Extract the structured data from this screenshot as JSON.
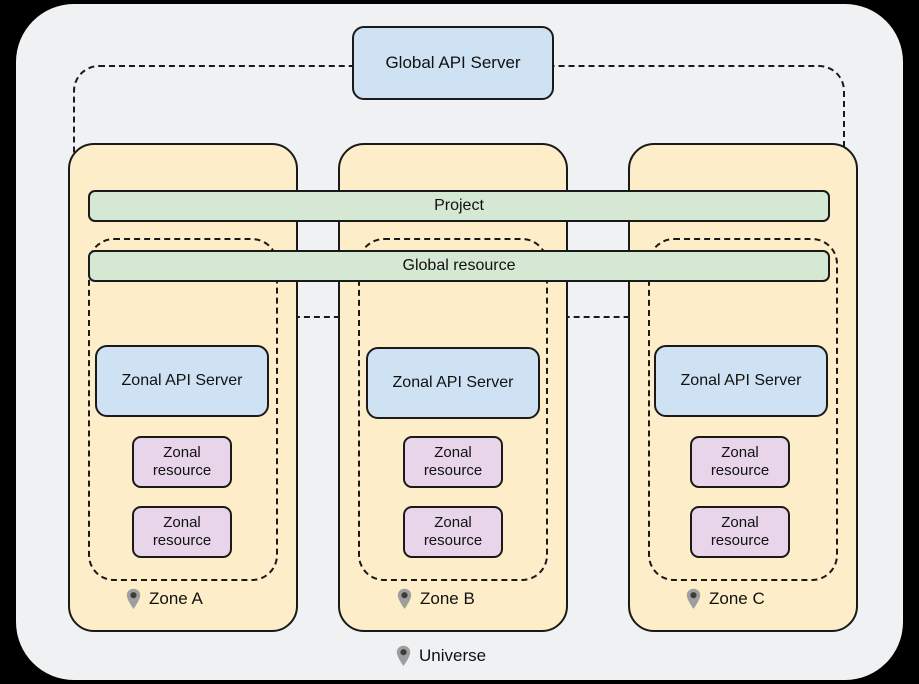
{
  "diagram": {
    "title": "Universe",
    "colors": {
      "page_background": "#000000",
      "panel_background": "#f0f1f2",
      "zone_fill": "#fdeec9",
      "api_server_fill": "#cfe2f3",
      "global_bar_fill": "#d5e8d4",
      "zonal_resource_fill": "#e8d5e9",
      "stroke": "#1a1a1a",
      "pin_icon": "#9e9e9e",
      "text": "#111111"
    },
    "global_api_server": {
      "label": "Global API Server"
    },
    "project_scope": {
      "name": "project-scope-boundary",
      "style": "dashed"
    },
    "global_bars": [
      {
        "label": "Project",
        "name": "project-bar"
      },
      {
        "label": "Global resource",
        "name": "global-resource-bar"
      }
    ],
    "zones": [
      {
        "label": "Zone A",
        "icon": "map-pin-icon",
        "api_server": "Zonal API Server",
        "resources": [
          {
            "line1": "Zonal",
            "line2": "resource"
          },
          {
            "line1": "Zonal",
            "line2": "resource"
          }
        ]
      },
      {
        "label": "Zone B",
        "icon": "map-pin-icon",
        "api_server": "Zonal API Server",
        "resources": [
          {
            "line1": "Zonal",
            "line2": "resource"
          },
          {
            "line1": "Zonal",
            "line2": "resource"
          }
        ]
      },
      {
        "label": "Zone C",
        "icon": "map-pin-icon",
        "api_server": "Zonal API Server",
        "resources": [
          {
            "line1": "Zonal",
            "line2": "resource"
          },
          {
            "line1": "Zonal",
            "line2": "resource"
          }
        ]
      }
    ],
    "universe": {
      "label": "Universe",
      "icon": "map-pin-icon"
    }
  }
}
